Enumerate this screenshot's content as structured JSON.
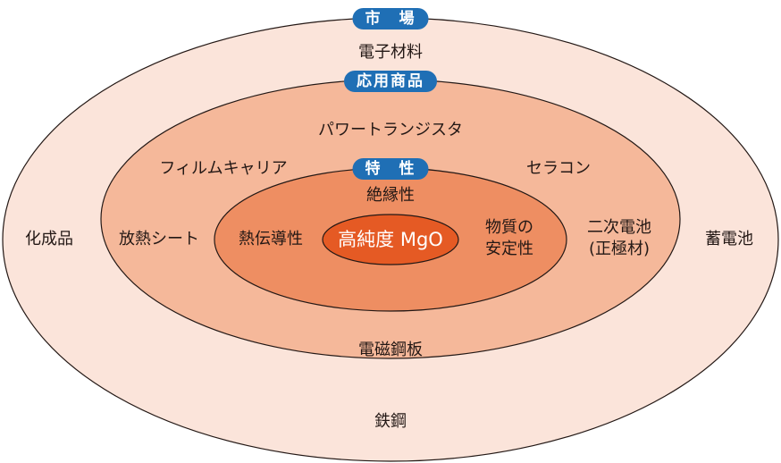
{
  "badges": {
    "market": "市　場",
    "applications": "応用商品",
    "properties": "特　性"
  },
  "market": {
    "top": "電子材料",
    "left": "化成品",
    "right": "蓄電池",
    "bottom": "鉄鋼"
  },
  "applications": {
    "top": "パワートランジスタ",
    "upper_left": "フィルムキャリア",
    "upper_right": "セラコン",
    "left": "放熱シート",
    "right_line1": "二次電池",
    "right_line2": "(正極材)",
    "bottom": "電磁鋼板"
  },
  "properties": {
    "top": "絶縁性",
    "left": "熱伝導性",
    "right_line1": "物質の",
    "right_line2": "安定性"
  },
  "core": "高純度 MgO",
  "colors": {
    "outer_fill": "#fbe4da",
    "middle_fill": "#f5b89a",
    "inner_fill": "#ee8e62",
    "core_fill": "#e55a24",
    "stroke": "#231815",
    "badge": "#1f6fb5"
  }
}
